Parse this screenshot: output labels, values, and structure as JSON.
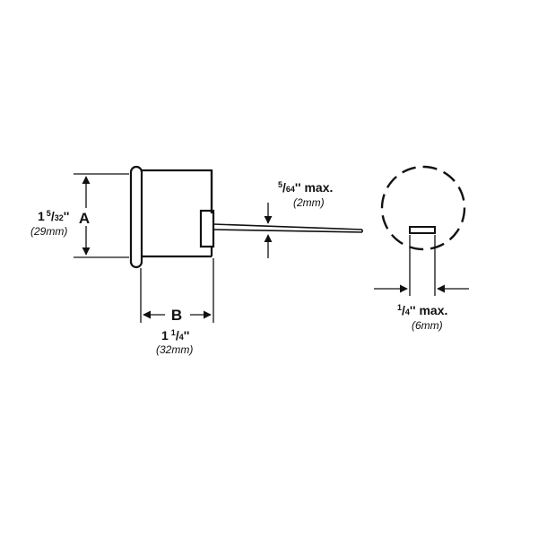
{
  "dimensions": {
    "height": {
      "letter": "A",
      "whole": "1",
      "frac_num": "5",
      "frac_den": "32",
      "unit_mark": "''",
      "metric": "(29mm)"
    },
    "length": {
      "letter": "B",
      "whole": "1",
      "frac_num": "1",
      "frac_den": "4",
      "unit_mark": "''",
      "metric": "(32mm)"
    },
    "tail_thickness": {
      "frac_num": "5",
      "frac_den": "64",
      "suffix": "'' max.",
      "metric": "(2mm)"
    },
    "tail_width": {
      "frac_num": "1",
      "frac_den": "4",
      "suffix": "'' max.",
      "metric": "(6mm)"
    }
  },
  "colors": {
    "stroke": "#111111",
    "background": "#ffffff"
  }
}
